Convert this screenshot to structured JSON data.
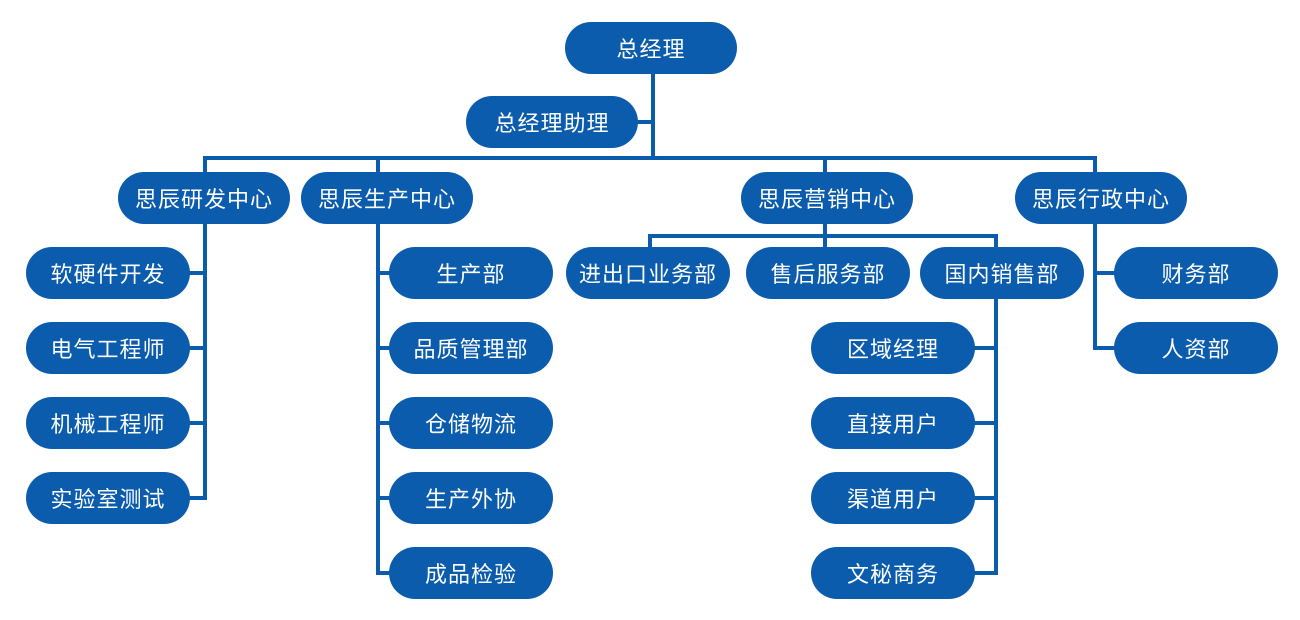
{
  "colors": {
    "node_fill": "#0b5cad",
    "node_text": "#ffffff",
    "connector": "#0b5cad",
    "background": "#ffffff"
  },
  "org": {
    "ceo": "总经理",
    "assistant": "总经理助理",
    "rd_center": {
      "label": "思辰研发中心",
      "items": [
        "软硬件开发",
        "电气工程师",
        "机械工程师",
        "实验室测试"
      ]
    },
    "production_center": {
      "label": "思辰生产中心",
      "items": [
        "生产部",
        "品质管理部",
        "仓储物流",
        "生产外协",
        "成品检验"
      ]
    },
    "marketing_center": {
      "label": "思辰营销中心",
      "departments": [
        "进出口业务部",
        "售后服务部",
        "国内销售部"
      ],
      "domestic_items": [
        "区域经理",
        "直接用户",
        "渠道用户",
        "文秘商务"
      ]
    },
    "admin_center": {
      "label": "思辰行政中心",
      "items": [
        "财务部",
        "人资部"
      ]
    }
  }
}
